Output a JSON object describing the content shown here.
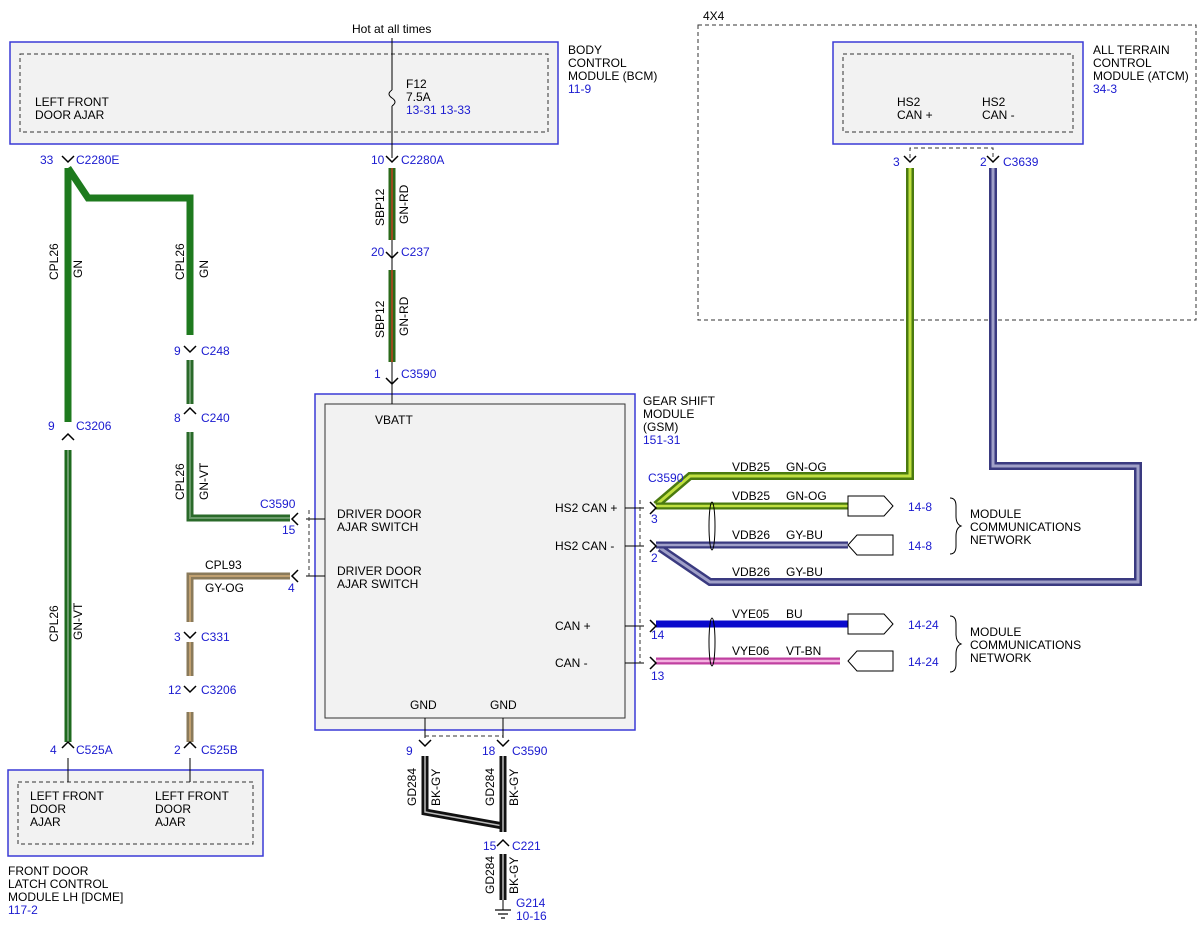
{
  "header": {
    "hot_label": "Hot at all times"
  },
  "modules": {
    "bcm": {
      "l1": "BODY",
      "l2": "CONTROL",
      "l3": "MODULE (BCM)",
      "ref": "11-9",
      "pin_l1": "LEFT FRONT",
      "pin_l2": "DOOR AJAR"
    },
    "fuse": {
      "name": "F12",
      "amps": "7.5A",
      "ref": "13-31 13-33"
    },
    "atcm": {
      "box_label": "4X4",
      "l1": "ALL TERRAIN",
      "l2": "CONTROL",
      "l3": "MODULE (ATCM)",
      "ref": "34-3",
      "pin1_l1": "HS2",
      "pin1_l2": "CAN +",
      "pin2_l1": "HS2",
      "pin2_l2": "CAN -"
    },
    "gsm": {
      "l1": "GEAR SHIFT",
      "l2": "MODULE",
      "l3": "(GSM)",
      "ref": "151-31",
      "vbatt": "VBATT",
      "dd1_l1": "DRIVER DOOR",
      "dd1_l2": "AJAR SWITCH",
      "dd2_l1": "DRIVER DOOR",
      "dd2_l2": "AJAR SWITCH",
      "hs2p": "HS2 CAN +",
      "hs2m": "HS2 CAN -",
      "canp": "CAN +",
      "canm": "CAN -",
      "gnd1": "GND",
      "gnd2": "GND"
    },
    "dcme": {
      "l1": "FRONT DOOR",
      "l2": "LATCH CONTROL",
      "l3": "MODULE LH [DCME]",
      "ref": "117-2",
      "p1_l1": "LEFT FRONT",
      "p1_l2": "DOOR",
      "p1_l3": "AJAR",
      "p2_l1": "LEFT FRONT",
      "p2_l2": "DOOR",
      "p2_l3": "AJAR"
    }
  },
  "connectors": {
    "c2280e": {
      "pin": "33",
      "name": "C2280E"
    },
    "c2280a": {
      "pin": "10",
      "name": "C2280A"
    },
    "c237": {
      "pin": "20",
      "name": "C237"
    },
    "c3590_vbatt": {
      "pin": "1",
      "name": "C3590"
    },
    "c248": {
      "pin": "9",
      "name": "C248"
    },
    "c240": {
      "pin": "8",
      "name": "C240"
    },
    "c3206_a": {
      "pin": "9",
      "name": "C3206"
    },
    "c3590_left": {
      "pin": "15",
      "name": "C3590",
      "pin2": "4"
    },
    "c331": {
      "pin": "3",
      "name": "C331"
    },
    "c3206_b": {
      "pin": "12",
      "name": "C3206"
    },
    "c525a": {
      "pin": "4",
      "name": "C525A"
    },
    "c525b": {
      "pin": "2",
      "name": "C525B"
    },
    "c3639": {
      "pin1": "3",
      "pin2": "2",
      "name": "C3639"
    },
    "c3590_right": {
      "name": "C3590",
      "pin_hs2p": "3",
      "pin_hs2m": "2",
      "pin_canp": "14",
      "pin_canm": "13"
    },
    "c3590_gnd": {
      "pin1": "9",
      "pin2": "18",
      "name": "C3590"
    },
    "c221": {
      "pin": "15",
      "name": "C221"
    },
    "g214": {
      "name": "G214",
      "ref": "10-16"
    }
  },
  "wires": {
    "w1": {
      "circuit": "CPL26",
      "color": "GN"
    },
    "w2": {
      "circuit": "CPL26",
      "color": "GN"
    },
    "w3": {
      "circuit": "SBP12",
      "color": "GN-RD"
    },
    "w4": {
      "circuit": "SBP12",
      "color": "GN-RD"
    },
    "w5": {
      "circuit": "CPL26",
      "color": "GN-VT"
    },
    "w6": {
      "circuit": "CPL26",
      "color": "GN-VT"
    },
    "w7": {
      "circuit": "CPL93",
      "color": "GY-OG"
    },
    "w8": {
      "circuit": "VDB25",
      "color": "GN-OG"
    },
    "w9": {
      "circuit": "VDB25",
      "color": "GN-OG"
    },
    "w10": {
      "circuit": "VDB26",
      "color": "GY-BU"
    },
    "w11": {
      "circuit": "VDB26",
      "color": "GY-BU"
    },
    "w12": {
      "circuit": "VYE05",
      "color": "BU"
    },
    "w13": {
      "circuit": "VYE06",
      "color": "VT-BN"
    },
    "w14": {
      "circuit": "GD284",
      "color": "BK-GY"
    },
    "w15": {
      "circuit": "GD284",
      "color": "BK-GY"
    },
    "w16": {
      "circuit": "GD284",
      "color": "BK-GY"
    }
  },
  "networks": {
    "n1": {
      "ref_a": "14-8",
      "ref_b": "14-8",
      "l1": "MODULE",
      "l2": "COMMUNICATIONS",
      "l3": "NETWORK"
    },
    "n2": {
      "ref_a": "14-24",
      "ref_b": "14-24",
      "l1": "MODULE",
      "l2": "COMMUNICATIONS",
      "l3": "NETWORK"
    }
  },
  "colors": {
    "module_border": "#3a3ad6",
    "ref_text": "#1a1ad0",
    "gn": "#1e7a1e",
    "gn_vt": "#3d7a3d",
    "gn_rd": "#2a6a1a",
    "gy_og": "#a58a5a",
    "gn_og": "#6aa020",
    "gy_bu": "#5a5aa0",
    "bu": "#0a0acc",
    "vt_bn": "#e070c0",
    "bk_gy": "#111111"
  }
}
